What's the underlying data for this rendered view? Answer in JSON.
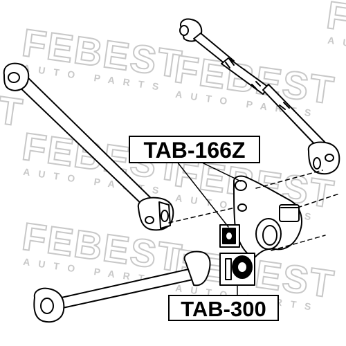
{
  "watermark": {
    "brand": "FEBEST",
    "tagline": "AUTO PARTS",
    "color": "#c8c8c8"
  },
  "callouts": [
    {
      "label": "TAB-166Z"
    },
    {
      "label": "TAB-300"
    }
  ],
  "colors": {
    "line": "#000000",
    "part_fill": "#ffffff",
    "background": "#ffffff"
  }
}
